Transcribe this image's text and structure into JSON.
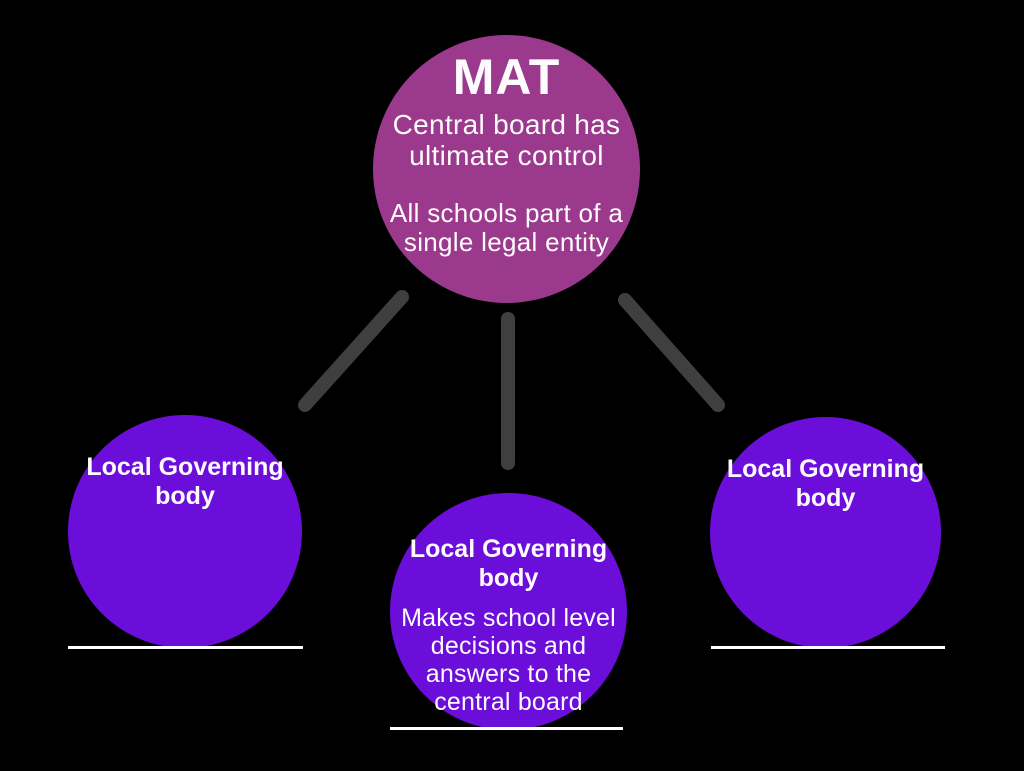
{
  "colors": {
    "background": "#000000",
    "mat_circle": "#9B3A8C",
    "lgb_circle": "#6B0EDA",
    "connector": "#3F3F3F",
    "text": "#FDFBFD",
    "underline": "#FFFFFF"
  },
  "mat": {
    "title": "MAT",
    "paragraph1": "Central board has\nultimate control",
    "paragraph2": "All schools part of a\nsingle legal entity"
  },
  "lgb_left": {
    "title": "Local Governing\nbody"
  },
  "lgb_middle": {
    "title": "Local Governing\nbody",
    "body": "Makes school level\ndecisions and\nanswers to the\ncentral board"
  },
  "lgb_right": {
    "title": "Local Governing\nbody"
  }
}
